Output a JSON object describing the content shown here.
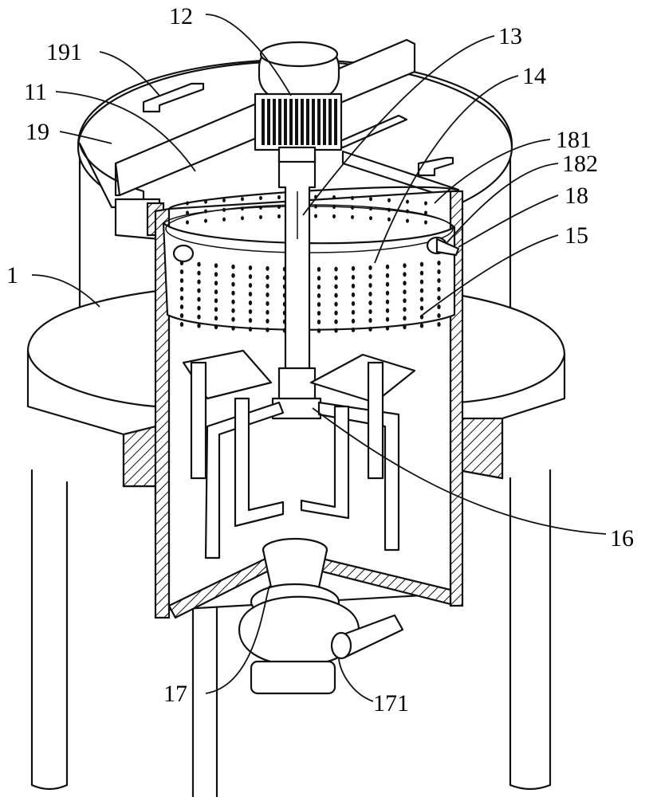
{
  "figure": {
    "callouts": [
      {
        "id": "c12",
        "text": "12"
      },
      {
        "id": "c13",
        "text": "13"
      },
      {
        "id": "c14",
        "text": "14"
      },
      {
        "id": "c191",
        "text": "191"
      },
      {
        "id": "c11",
        "text": "11"
      },
      {
        "id": "c19",
        "text": "19"
      },
      {
        "id": "c181",
        "text": "181"
      },
      {
        "id": "c182",
        "text": "182"
      },
      {
        "id": "c18",
        "text": "18"
      },
      {
        "id": "c15",
        "text": "15"
      },
      {
        "id": "c1",
        "text": "1"
      },
      {
        "id": "c16",
        "text": "16"
      },
      {
        "id": "c17",
        "text": "17"
      },
      {
        "id": "c171",
        "text": "171"
      }
    ]
  }
}
